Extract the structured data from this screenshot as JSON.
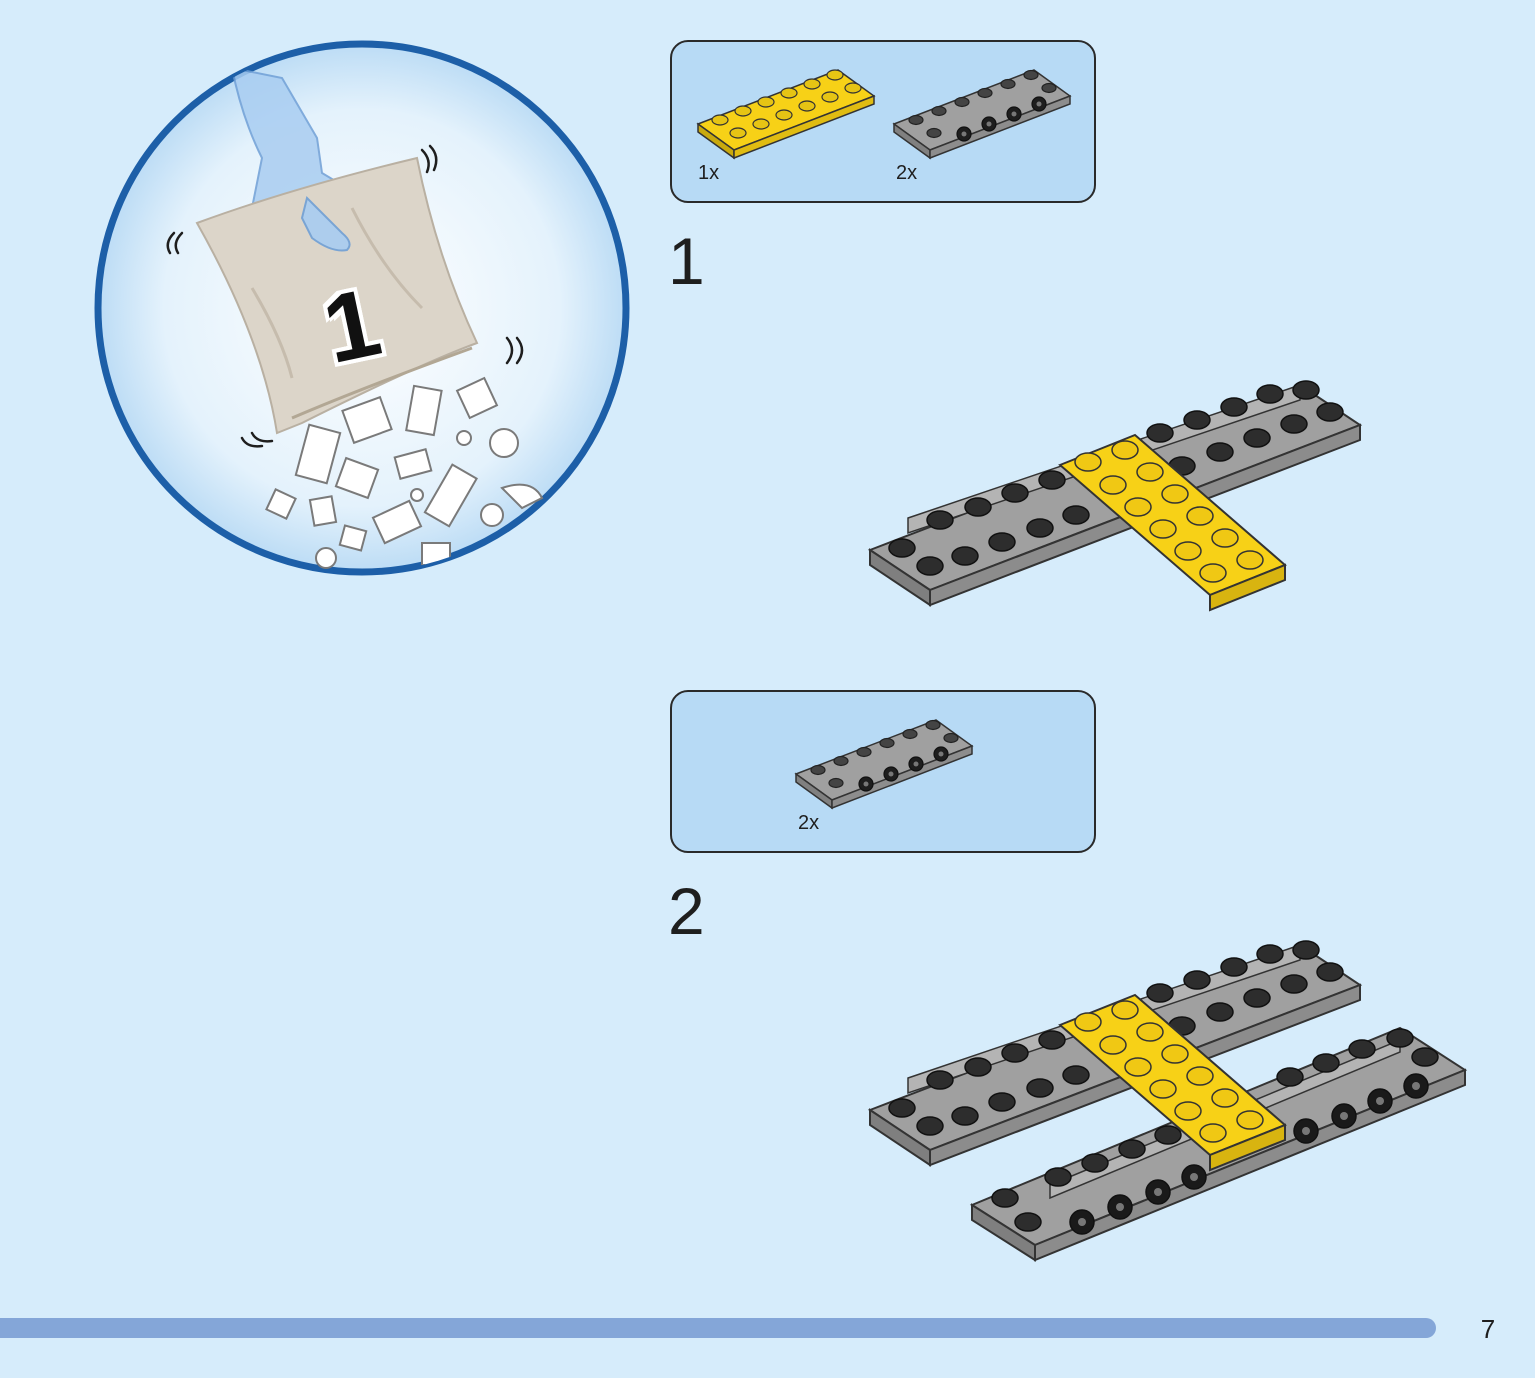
{
  "bag": {
    "number": "1"
  },
  "steps": [
    {
      "number": "1",
      "parts": [
        {
          "qty": "1x",
          "color": "yellow"
        },
        {
          "qty": "2x",
          "color": "gray"
        }
      ]
    },
    {
      "number": "2",
      "parts": [
        {
          "qty": "2x",
          "color": "gray"
        }
      ]
    }
  ],
  "page": {
    "number": "7"
  },
  "colors": {
    "background": "#d6ecfb",
    "parts_box": "#b7daf5",
    "circle_border": "#1d5fa8",
    "progress": "#84a6d8",
    "brick_yellow": "#f7d117",
    "brick_gray": "#a0a0a0",
    "stud_dark": "#2d2d2d"
  }
}
